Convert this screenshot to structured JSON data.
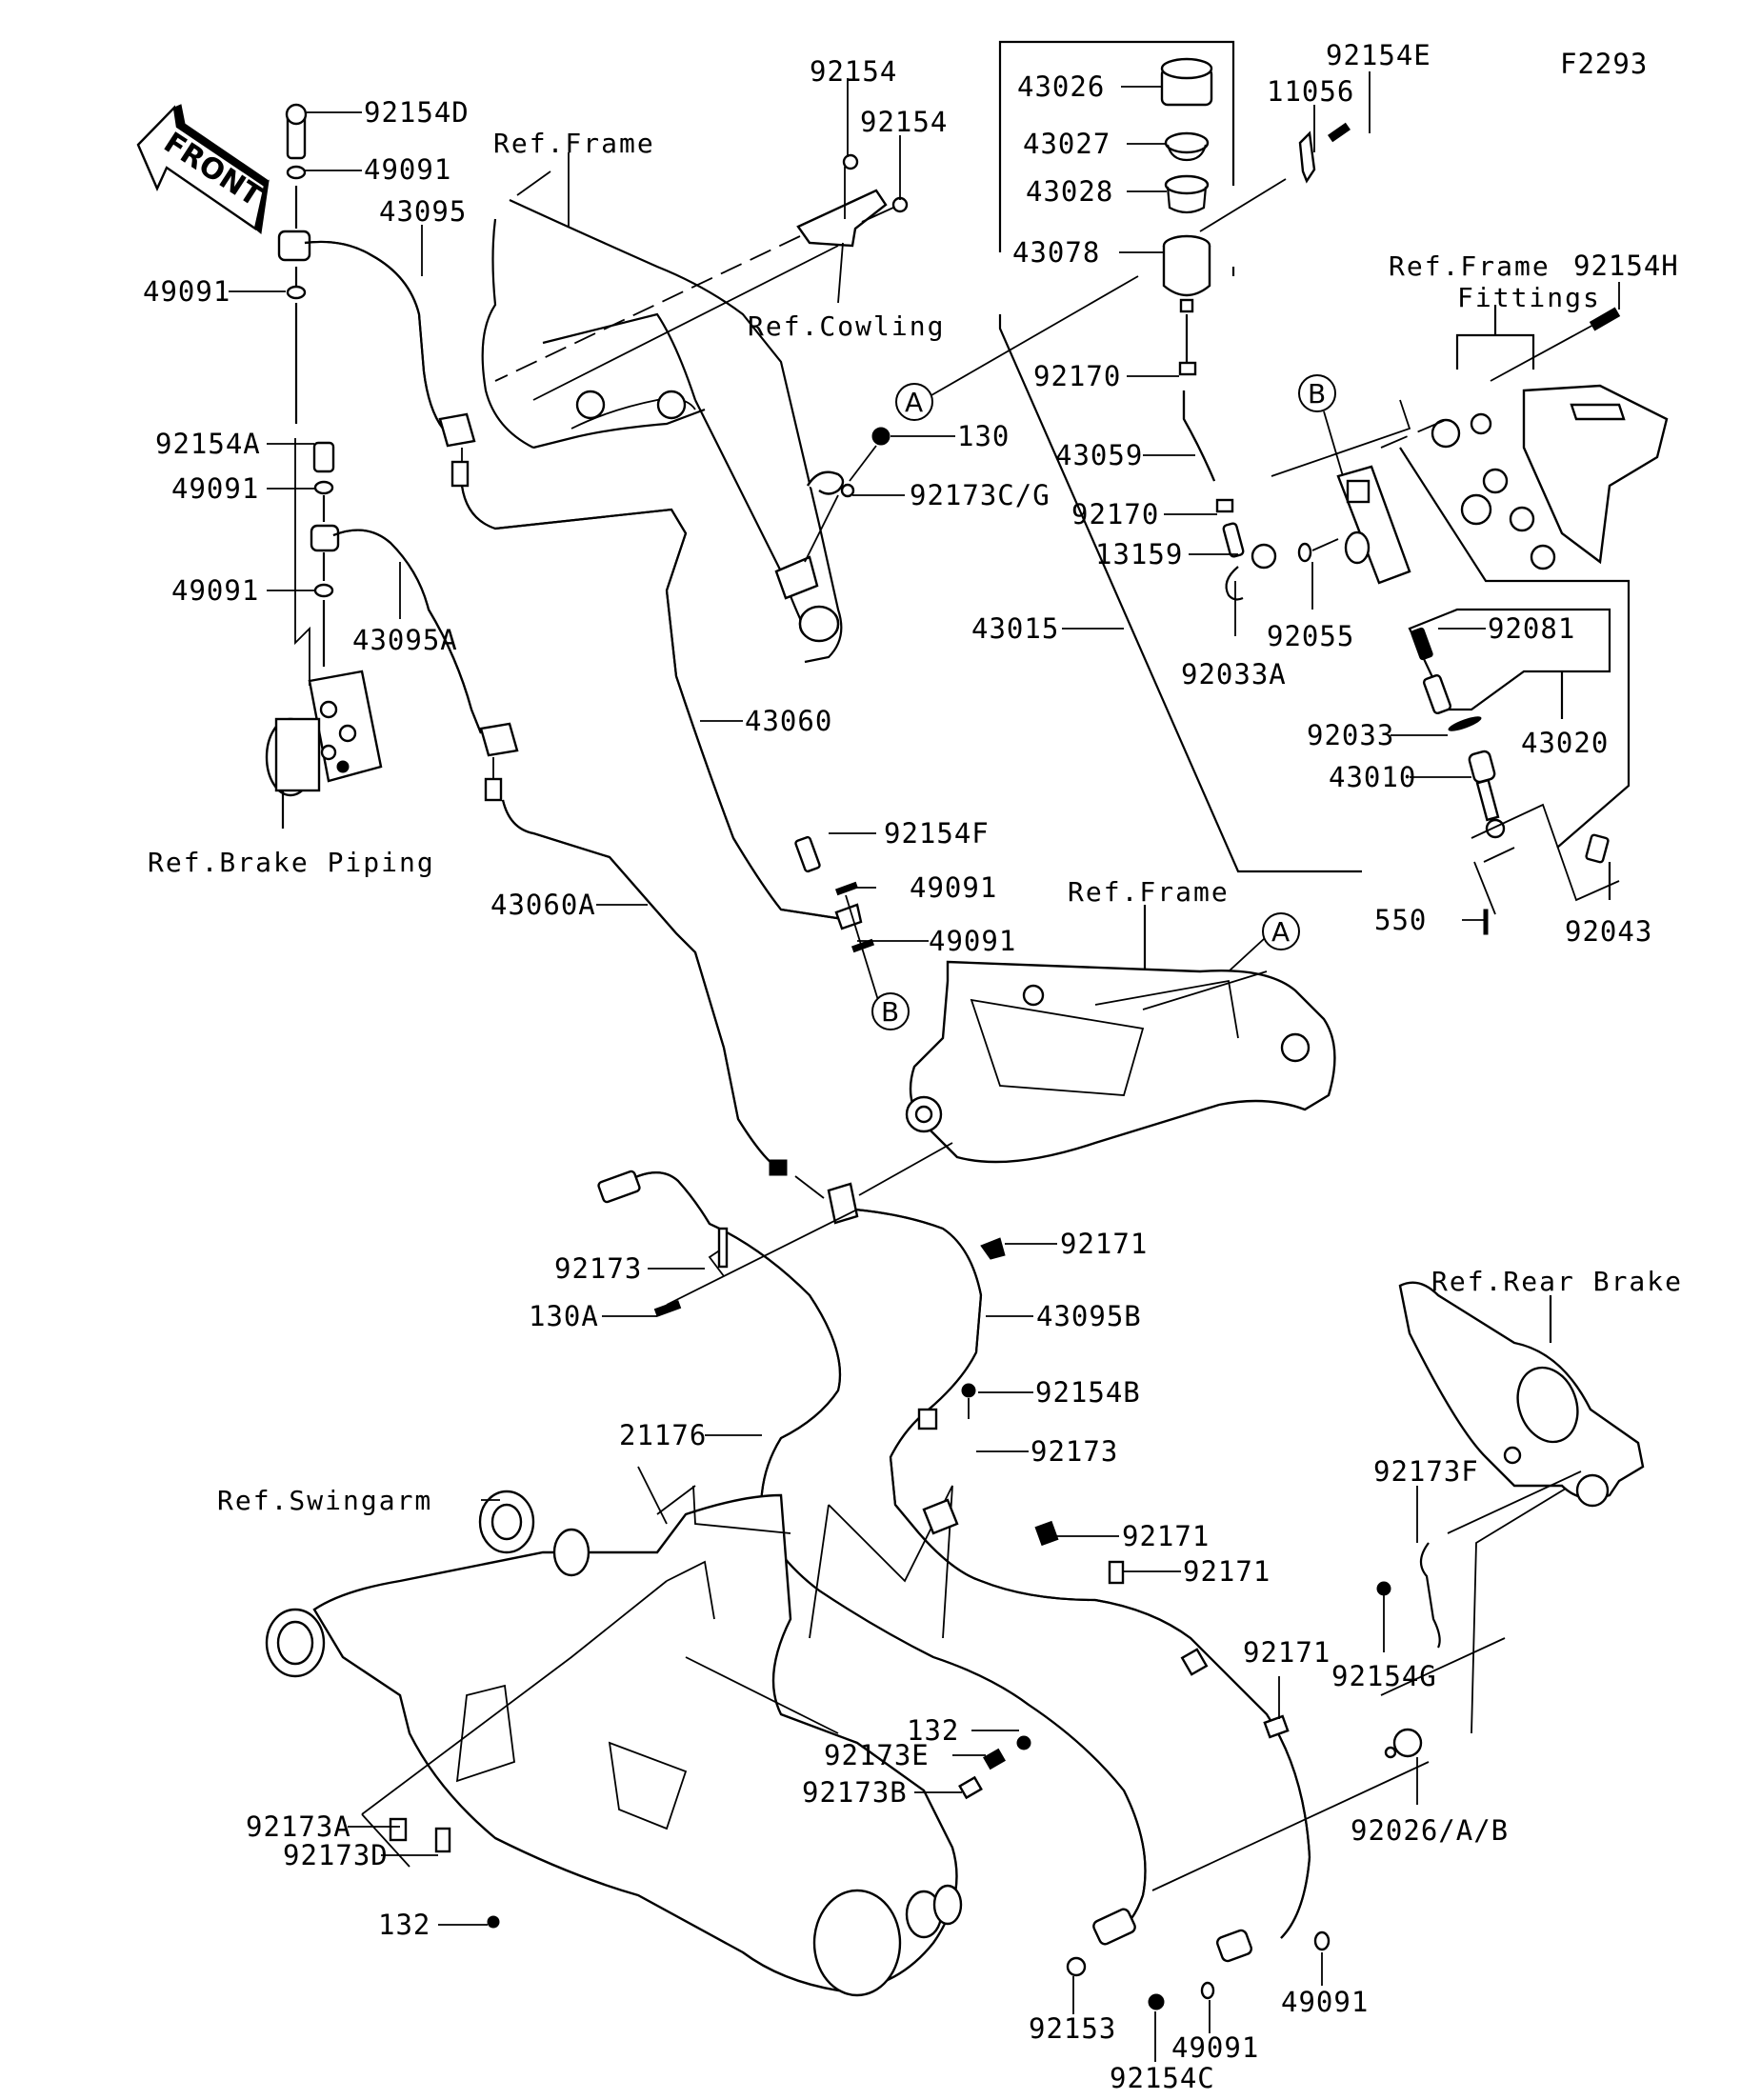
{
  "diagram": {
    "figure_code": "F2293",
    "direction_marker": "FRONT",
    "callout_circles": [
      "A",
      "B"
    ],
    "references": [
      {
        "id": "ref-frame-top",
        "text": "Ref.Frame"
      },
      {
        "id": "ref-cowling",
        "text": "Ref.Cowling"
      },
      {
        "id": "ref-frame-fittings-1",
        "text": "Ref.Frame"
      },
      {
        "id": "ref-frame-fittings-2",
        "text": "Fittings"
      },
      {
        "id": "ref-brake-piping",
        "text": "Ref.Brake Piping"
      },
      {
        "id": "ref-frame-mid",
        "text": "Ref.Frame"
      },
      {
        "id": "ref-rear-brake",
        "text": "Ref.Rear Brake"
      },
      {
        "id": "ref-swingarm",
        "text": "Ref.Swingarm"
      }
    ],
    "part_labels": [
      "92154D",
      "49091",
      "43095",
      "49091",
      "92154A",
      "49091",
      "49091",
      "43095A",
      "92154",
      "92154",
      "130",
      "92173C/G",
      "43060",
      "43060A",
      "92154F",
      "49091",
      "49091",
      "43026",
      "43027",
      "43028",
      "43078",
      "92170",
      "43059",
      "92170",
      "13159",
      "92033A",
      "92055",
      "43015",
      "11056",
      "92154E",
      "92154H",
      "92081",
      "43020",
      "92033",
      "43010",
      "550",
      "92043",
      "92171",
      "43095B",
      "92173",
      "130A",
      "92154B",
      "92173",
      "21176",
      "92171",
      "92171",
      "92171",
      "92173F",
      "92154G",
      "92026/A/B",
      "132",
      "92173E",
      "92173B",
      "92173A",
      "92173D",
      "132",
      "92153",
      "49091",
      "49091",
      "92154C"
    ]
  }
}
